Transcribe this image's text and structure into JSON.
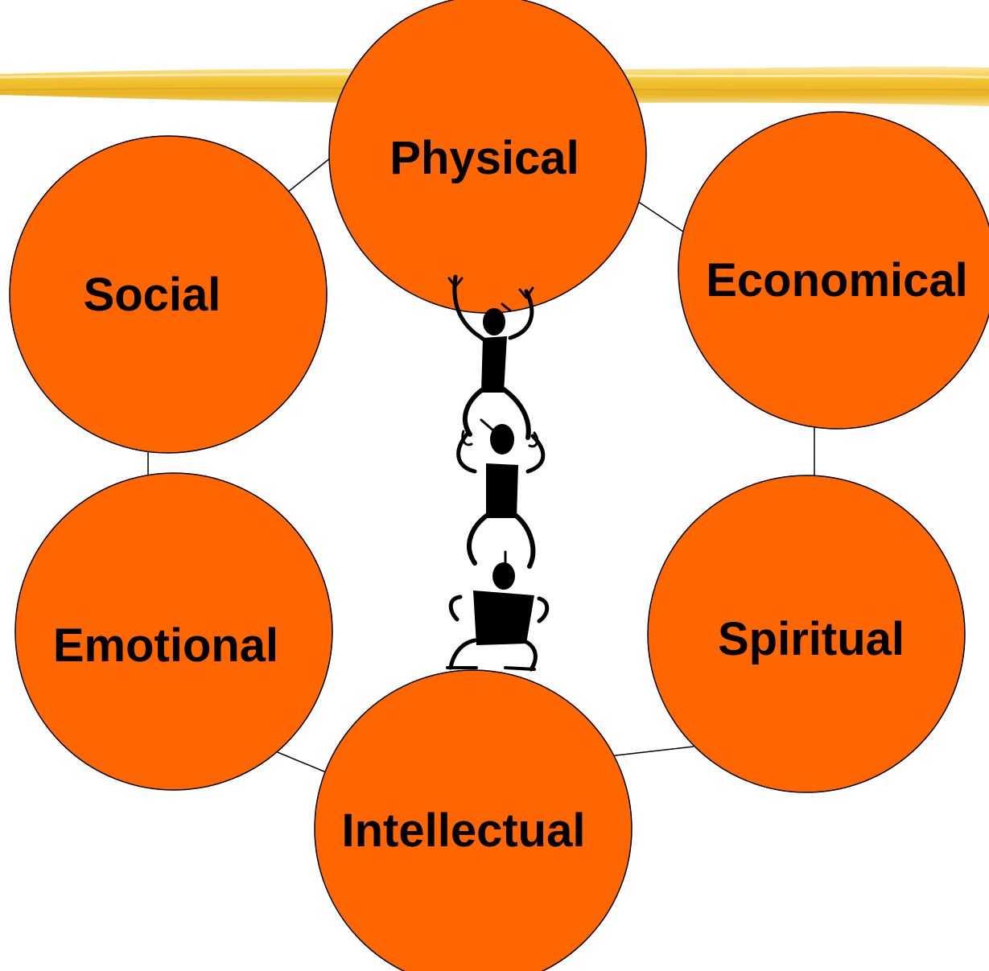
{
  "diagram": {
    "nodes": {
      "physical": {
        "label": "Physical"
      },
      "economical": {
        "label": "Economical"
      },
      "social": {
        "label": "Social"
      },
      "emotional": {
        "label": "Emotional"
      },
      "spiritual": {
        "label": "Spiritual"
      },
      "intellectual": {
        "label": "Intellectual"
      }
    },
    "colors": {
      "node_fill": "#FF6600",
      "banner": "#F2C230",
      "figure": "#000000"
    },
    "decoration": {
      "banner": "yellow-brush-stroke",
      "figure": "stacked-stick-figures-icon"
    }
  }
}
